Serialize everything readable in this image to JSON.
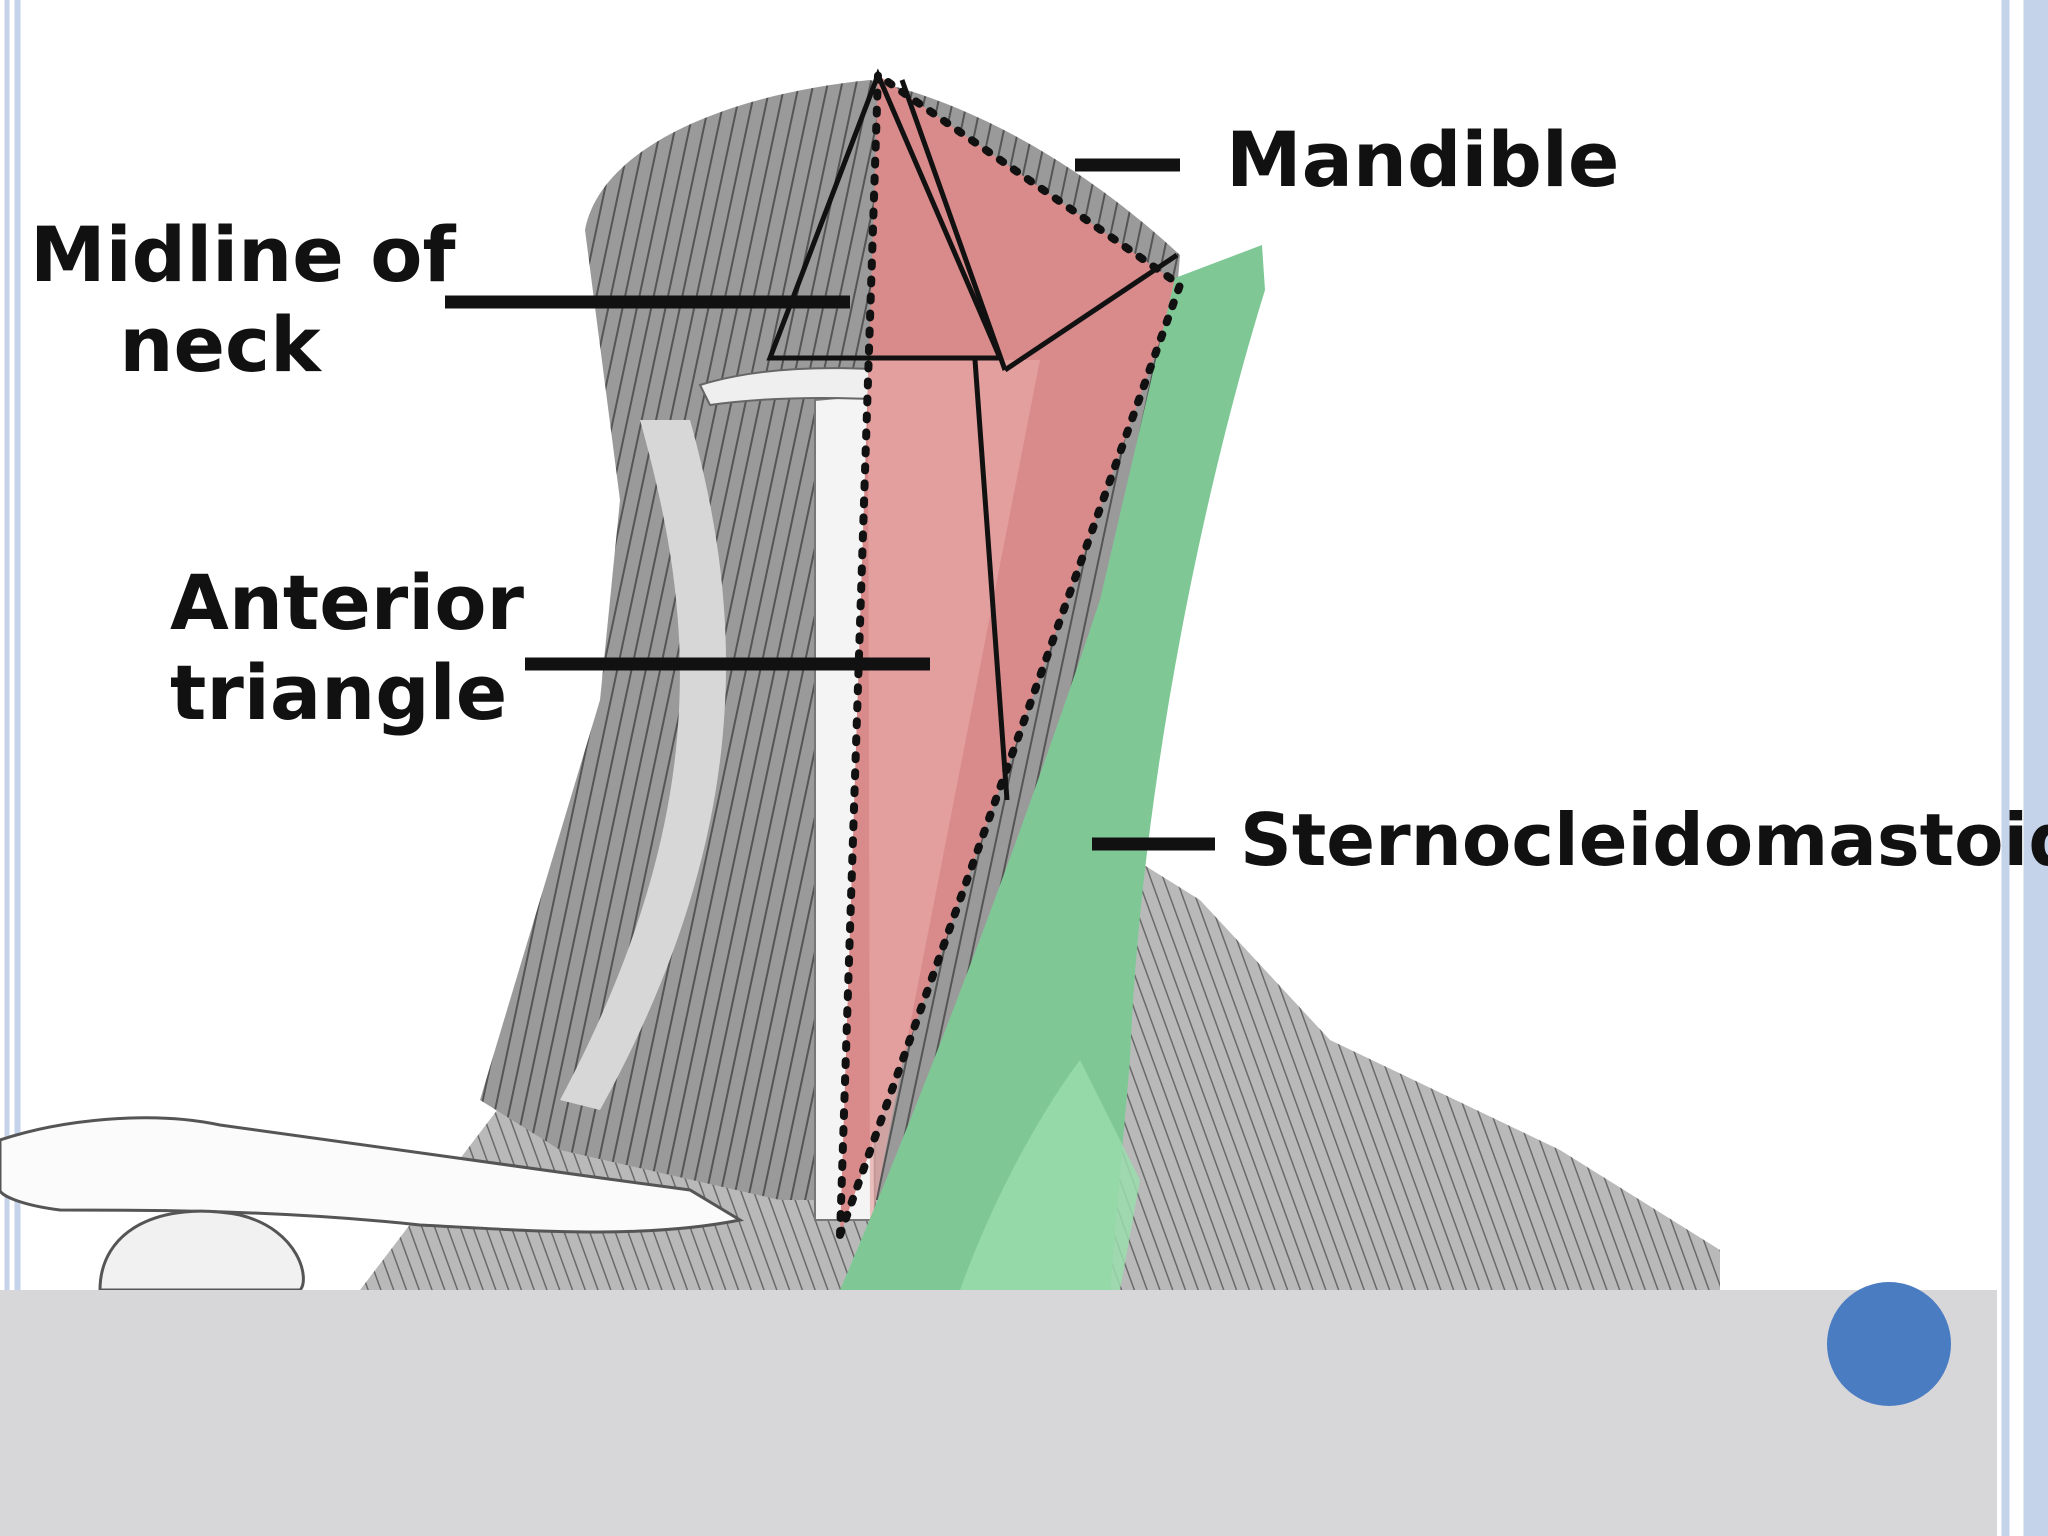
{
  "labels": {
    "mandible": "Mandible",
    "midline_line1": "Midline of",
    "midline_line2": "neck",
    "anterior_line1": "Anterior",
    "anterior_line2": "triangle",
    "sternocleidomastoid": "Sternocleidomastoid"
  },
  "colors": {
    "anterior_triangle_fill": "#d98a8a",
    "sternocleidomastoid_fill": "#7fc896",
    "footer_band": "#d7d6d9",
    "slide_dot": "#4a7cc1",
    "frame_accent": "#c4d2ea"
  }
}
